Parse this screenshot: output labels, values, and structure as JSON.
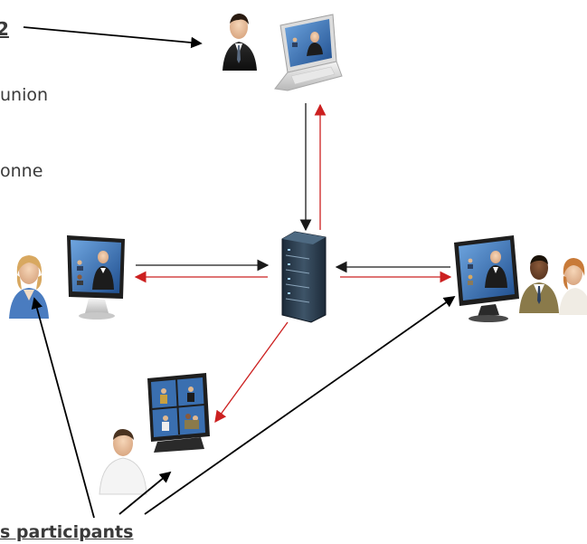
{
  "texts": {
    "organizer_label": "2",
    "line_1": "union",
    "line_2": "onne",
    "participants_label": "s participants"
  },
  "colors": {
    "request_arrow": "#1a1a1a",
    "response_arrow": "#cc2020",
    "server": "#2a3a4a",
    "screen": "#3a6fb0",
    "monitor_frame": "#1e1e1e",
    "laptop_body": "#e8e8e8"
  },
  "icons": [
    "organizer-person-icon",
    "laptop-icon",
    "server-rack-icon",
    "left-desktop-monitor-icon",
    "woman-participant-icon",
    "right-monitor-icon",
    "two-participants-icon",
    "multiview-monitor-icon",
    "man-participant-icon"
  ]
}
